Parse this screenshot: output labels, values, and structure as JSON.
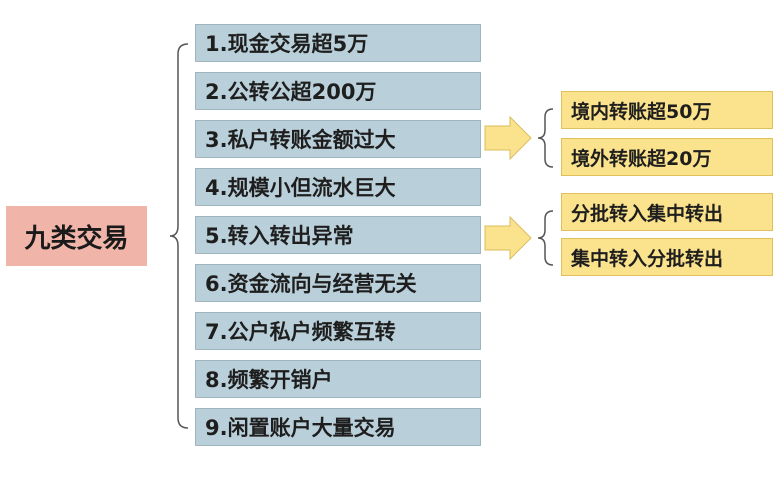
{
  "root": {
    "label": "九类交易"
  },
  "items": [
    {
      "label": "1.现金交易超5万"
    },
    {
      "label": "2.公转公超200万"
    },
    {
      "label": "3.私户转账金额过大"
    },
    {
      "label": "4.规模小但流水巨大"
    },
    {
      "label": "5.转入转出异常"
    },
    {
      "label": "6.资金流向与经营无关"
    },
    {
      "label": "7.公户私户频繁互转"
    },
    {
      "label": "8.频繁开销户"
    },
    {
      "label": "9.闲置账户大量交易"
    }
  ],
  "sub_groups": [
    {
      "parent": "3.私户转账金额过大",
      "items": [
        "境内转账超50万",
        "境外转账超20万"
      ]
    },
    {
      "parent": "5.转入转出异常",
      "items": [
        "分批转入集中转出",
        "集中转入分批转出"
      ]
    }
  ],
  "colors": {
    "root_fill": "#f0b4a8",
    "item_fill": "#b9cfd9",
    "sub_fill": "#fbe28c",
    "arrow_fill": "#fbe28c",
    "bracket": "#555555"
  }
}
